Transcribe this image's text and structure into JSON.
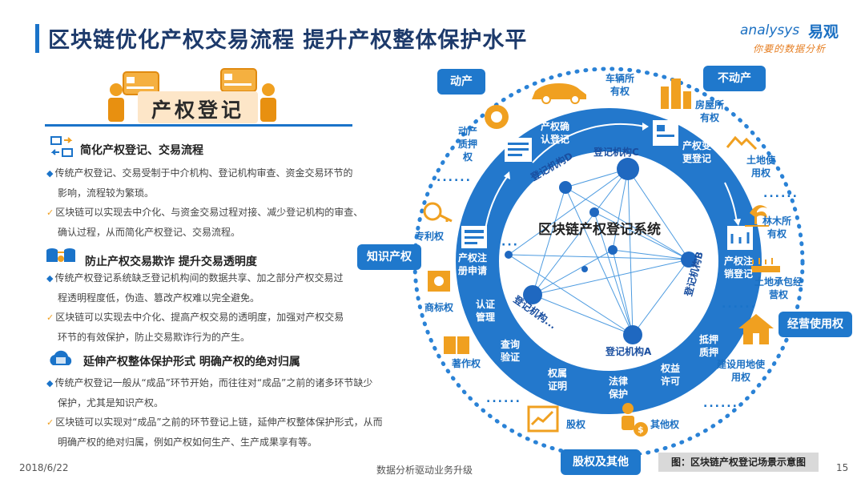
{
  "header": {
    "title": "区块链优化产权交易流程 提升产权整体保护水平",
    "logo_en": "analysys",
    "logo_cn": "易观",
    "logo_sub": "你要的数据分析"
  },
  "left": {
    "banner": "产权登记",
    "sections": [
      {
        "title": "简化产权登记、交易流程",
        "icon": "exchange-icon",
        "items": [
          {
            "type": "diamond",
            "lines": [
              "传统产权登记、交易受制于中介机构、登记机构审查、资金交易环节的",
              "影响，流程较为繁琐。"
            ]
          },
          {
            "type": "check",
            "lines": [
              "区块链可以实现去中介化、与资金交易过程对接、减少登记机构的审查、",
              "确认过程，从而简化产权登记、交易流程。"
            ]
          }
        ]
      },
      {
        "title": "防止产权交易欺诈 提升交易透明度",
        "icon": "database-icon",
        "items": [
          {
            "type": "diamond",
            "lines": [
              "传统产权登记系统缺乏登记机构间的数据共享、加之部分产权交易过",
              "程透明程度低，伪造、篡改产权难以完全避免。"
            ]
          },
          {
            "type": "check",
            "lines": [
              "区块链可以实现去中介化、提高产权交易的透明度，加强对产权交易",
              "环节的有效保护，防止交易欺诈行为的产生。"
            ]
          }
        ]
      },
      {
        "title": "延伸产权整体保护形式 明确产权的绝对归属",
        "icon": "cloud-icon",
        "items": [
          {
            "type": "diamond",
            "lines": [
              "传统产权登记一般从“成品”环节开始，而往往对“成品”之前的诸多环节缺少",
              "保护，尤其是知识产权。"
            ]
          },
          {
            "type": "check",
            "lines": [
              "区块链可以实现对“成品”之前的环节登记上链，延伸产权整体保护形式，从而",
              "明确产权的绝对归属，例如产权如何生产、生产成果享有等。"
            ]
          }
        ]
      }
    ]
  },
  "diagram": {
    "center": "区块链产权登记系统",
    "nodes": {
      "a": "登记机构A",
      "b": "登记机构B",
      "c": "登记机构C",
      "d": "登记机构D",
      "e": "登记机构..."
    },
    "process": [
      "产权确认登记",
      "产权变更登记",
      "产权注销登记",
      "产权注册申请"
    ],
    "inner_services": [
      "认证管理",
      "查询验证",
      "权属证明",
      "法律保护",
      "权益许可",
      "抵押质押"
    ],
    "categories": [
      "动产",
      "不动产",
      "知识产权",
      "经营使用权",
      "股权及其他"
    ],
    "items": {
      "vehicle": "车辆所有权",
      "pledge": "动产质押权",
      "house": "房屋所有权",
      "land": "土地使用权",
      "forest": "林木所有权",
      "contract": "土地承包经营权",
      "construction": "建设用地使用权",
      "patent": "专利权",
      "trademark": "商标权",
      "copyright": "著作权",
      "equity": "股权",
      "other": "其他权"
    },
    "ellipsis": "......",
    "dots": "···"
  },
  "footer": {
    "date": "2018/6/22",
    "center": "数据分析驱动业务升级",
    "page": "15",
    "caption": "图：区块链产权登记场景示意图"
  },
  "colors": {
    "primary": "#1f78cc",
    "title": "#1d3a6b",
    "accent": "#f0a020"
  }
}
